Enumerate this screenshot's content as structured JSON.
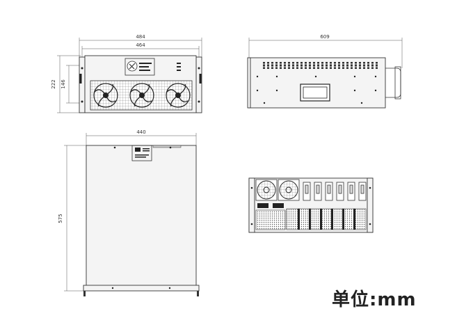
{
  "front_view": {
    "overall_width": "484",
    "inner_width": "464",
    "overall_height": "222",
    "rack_height": "146"
  },
  "side_view": {
    "depth": "609"
  },
  "top_view": {
    "width": "440",
    "depth": "575"
  },
  "unit_text": "单位:mm",
  "colors": {
    "line": "#333333",
    "fill": "#f4f4f4",
    "dark": "#222222"
  }
}
